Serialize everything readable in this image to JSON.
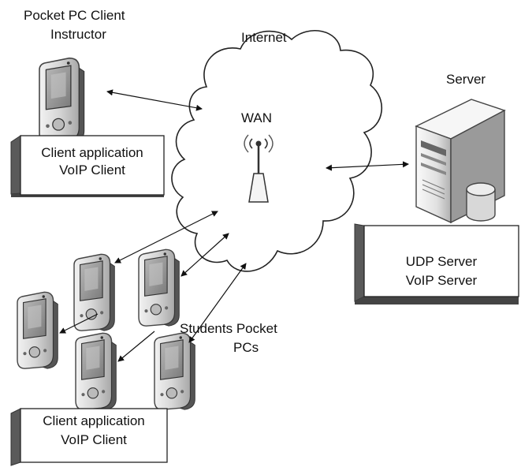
{
  "instructor": {
    "title_line1": "Pocket PC Client",
    "title_line2": "Instructor",
    "box_line1": "Client application",
    "box_line2": "VoIP Client"
  },
  "cloud": {
    "internet_label": "Internet",
    "wan_label": "WAN"
  },
  "server": {
    "title": "Server",
    "box_line1": "UDP Server",
    "box_line2": "VoIP Server"
  },
  "students": {
    "label_line1": "Students Pocket",
    "label_line2": "PCs",
    "box_line1": "Client application",
    "box_line2": "VoIP Client"
  },
  "icons": [
    "pocket-pc-icon",
    "wireless-access-point-icon",
    "server-tower-icon",
    "cloud-shape"
  ],
  "colors": {
    "device": "#c8c8c8",
    "device_dark": "#6a6a6a",
    "screen": "#9a9a9a",
    "box_side": "#5a5a5a"
  }
}
